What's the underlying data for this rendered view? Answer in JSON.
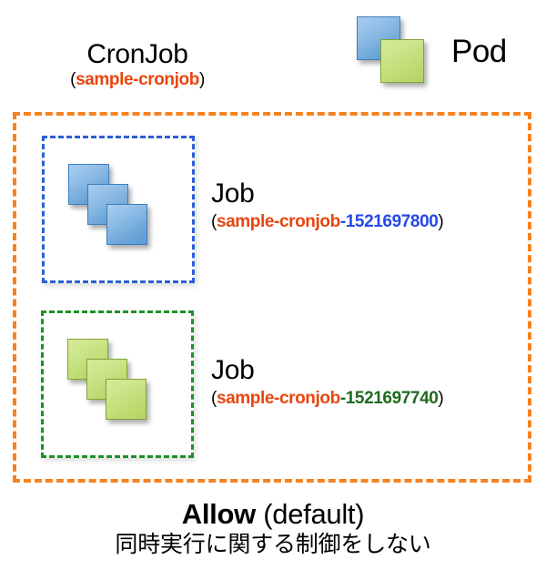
{
  "diagram": {
    "legend": {
      "cronjob": {
        "title": "CronJob",
        "open_paren": "(",
        "name": "sample-cronjob",
        "close_paren": ")"
      },
      "pod": {
        "label": "Pod",
        "icon_front": "green-pod-square-icon",
        "icon_back": "blue-pod-square-icon"
      }
    },
    "scope": {
      "border_color": "#f58220",
      "jobs": [
        {
          "id": "job-blue",
          "title": "Job",
          "open_paren": "(",
          "name": "sample-cronjob",
          "separator": "-",
          "number": "1521697800",
          "close_paren": ")",
          "box_border_color": "#2c5fd4",
          "number_color": "#2549e8",
          "pod_count": 3,
          "pod_color": "#5b9bd5"
        },
        {
          "id": "job-green",
          "title": "Job",
          "open_paren": "(",
          "name": "sample-cronjob",
          "separator": "-",
          "number": "1521697740",
          "close_paren": ")",
          "box_border_color": "#1f9026",
          "number_color": "#1f6b20",
          "pod_count": 3,
          "pod_color": "#b3d364"
        }
      ]
    },
    "caption": {
      "policy": "Allow",
      "policy_note": "(default)",
      "description": "同時実行に関する制御をしない"
    },
    "colors": {
      "name_orange": "#e8450f",
      "scope_orange": "#f58220",
      "blue": "#2549e8",
      "green": "#1f6b20"
    }
  }
}
